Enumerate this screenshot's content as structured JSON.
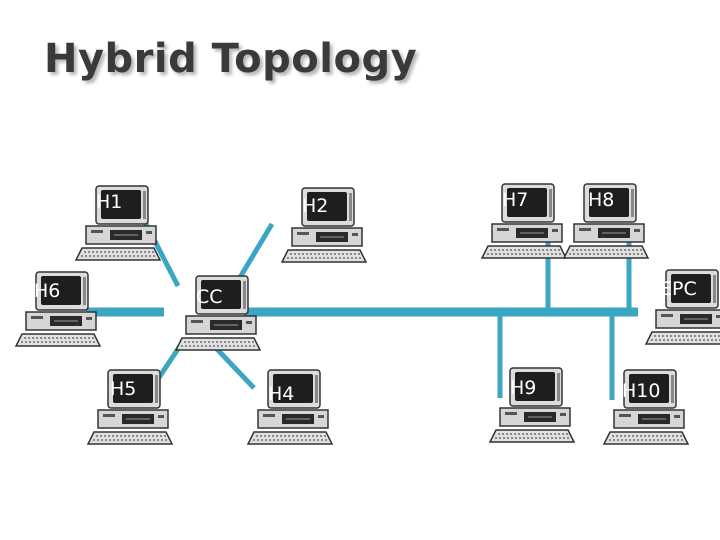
{
  "title": "Hybrid Topology",
  "link_color": "#3aa6c2",
  "nodes": [
    {
      "id": "H1",
      "label": "H1"
    },
    {
      "id": "H2",
      "label": "H2"
    },
    {
      "id": "H7",
      "label": "H7"
    },
    {
      "id": "H8",
      "label": "H8"
    },
    {
      "id": "H6",
      "label": "H6"
    },
    {
      "id": "CC",
      "label": "CC"
    },
    {
      "id": "EPC",
      "label": "EPC"
    },
    {
      "id": "H5",
      "label": "H5"
    },
    {
      "id": "H4",
      "label": "H4"
    },
    {
      "id": "H9",
      "label": "H9"
    },
    {
      "id": "H10",
      "label": "H10"
    }
  ],
  "links": [
    {
      "from": "CC",
      "to": "H1",
      "kind": "star"
    },
    {
      "from": "CC",
      "to": "H2",
      "kind": "star"
    },
    {
      "from": "CC",
      "to": "H6",
      "kind": "star"
    },
    {
      "from": "CC",
      "to": "H5",
      "kind": "star"
    },
    {
      "from": "CC",
      "to": "H4",
      "kind": "star"
    },
    {
      "from": "CC",
      "to": "EPC",
      "kind": "bus"
    },
    {
      "from": "bus",
      "to": "H7",
      "kind": "drop"
    },
    {
      "from": "bus",
      "to": "H8",
      "kind": "drop"
    },
    {
      "from": "bus",
      "to": "H9",
      "kind": "drop"
    },
    {
      "from": "bus",
      "to": "H10",
      "kind": "drop"
    }
  ]
}
